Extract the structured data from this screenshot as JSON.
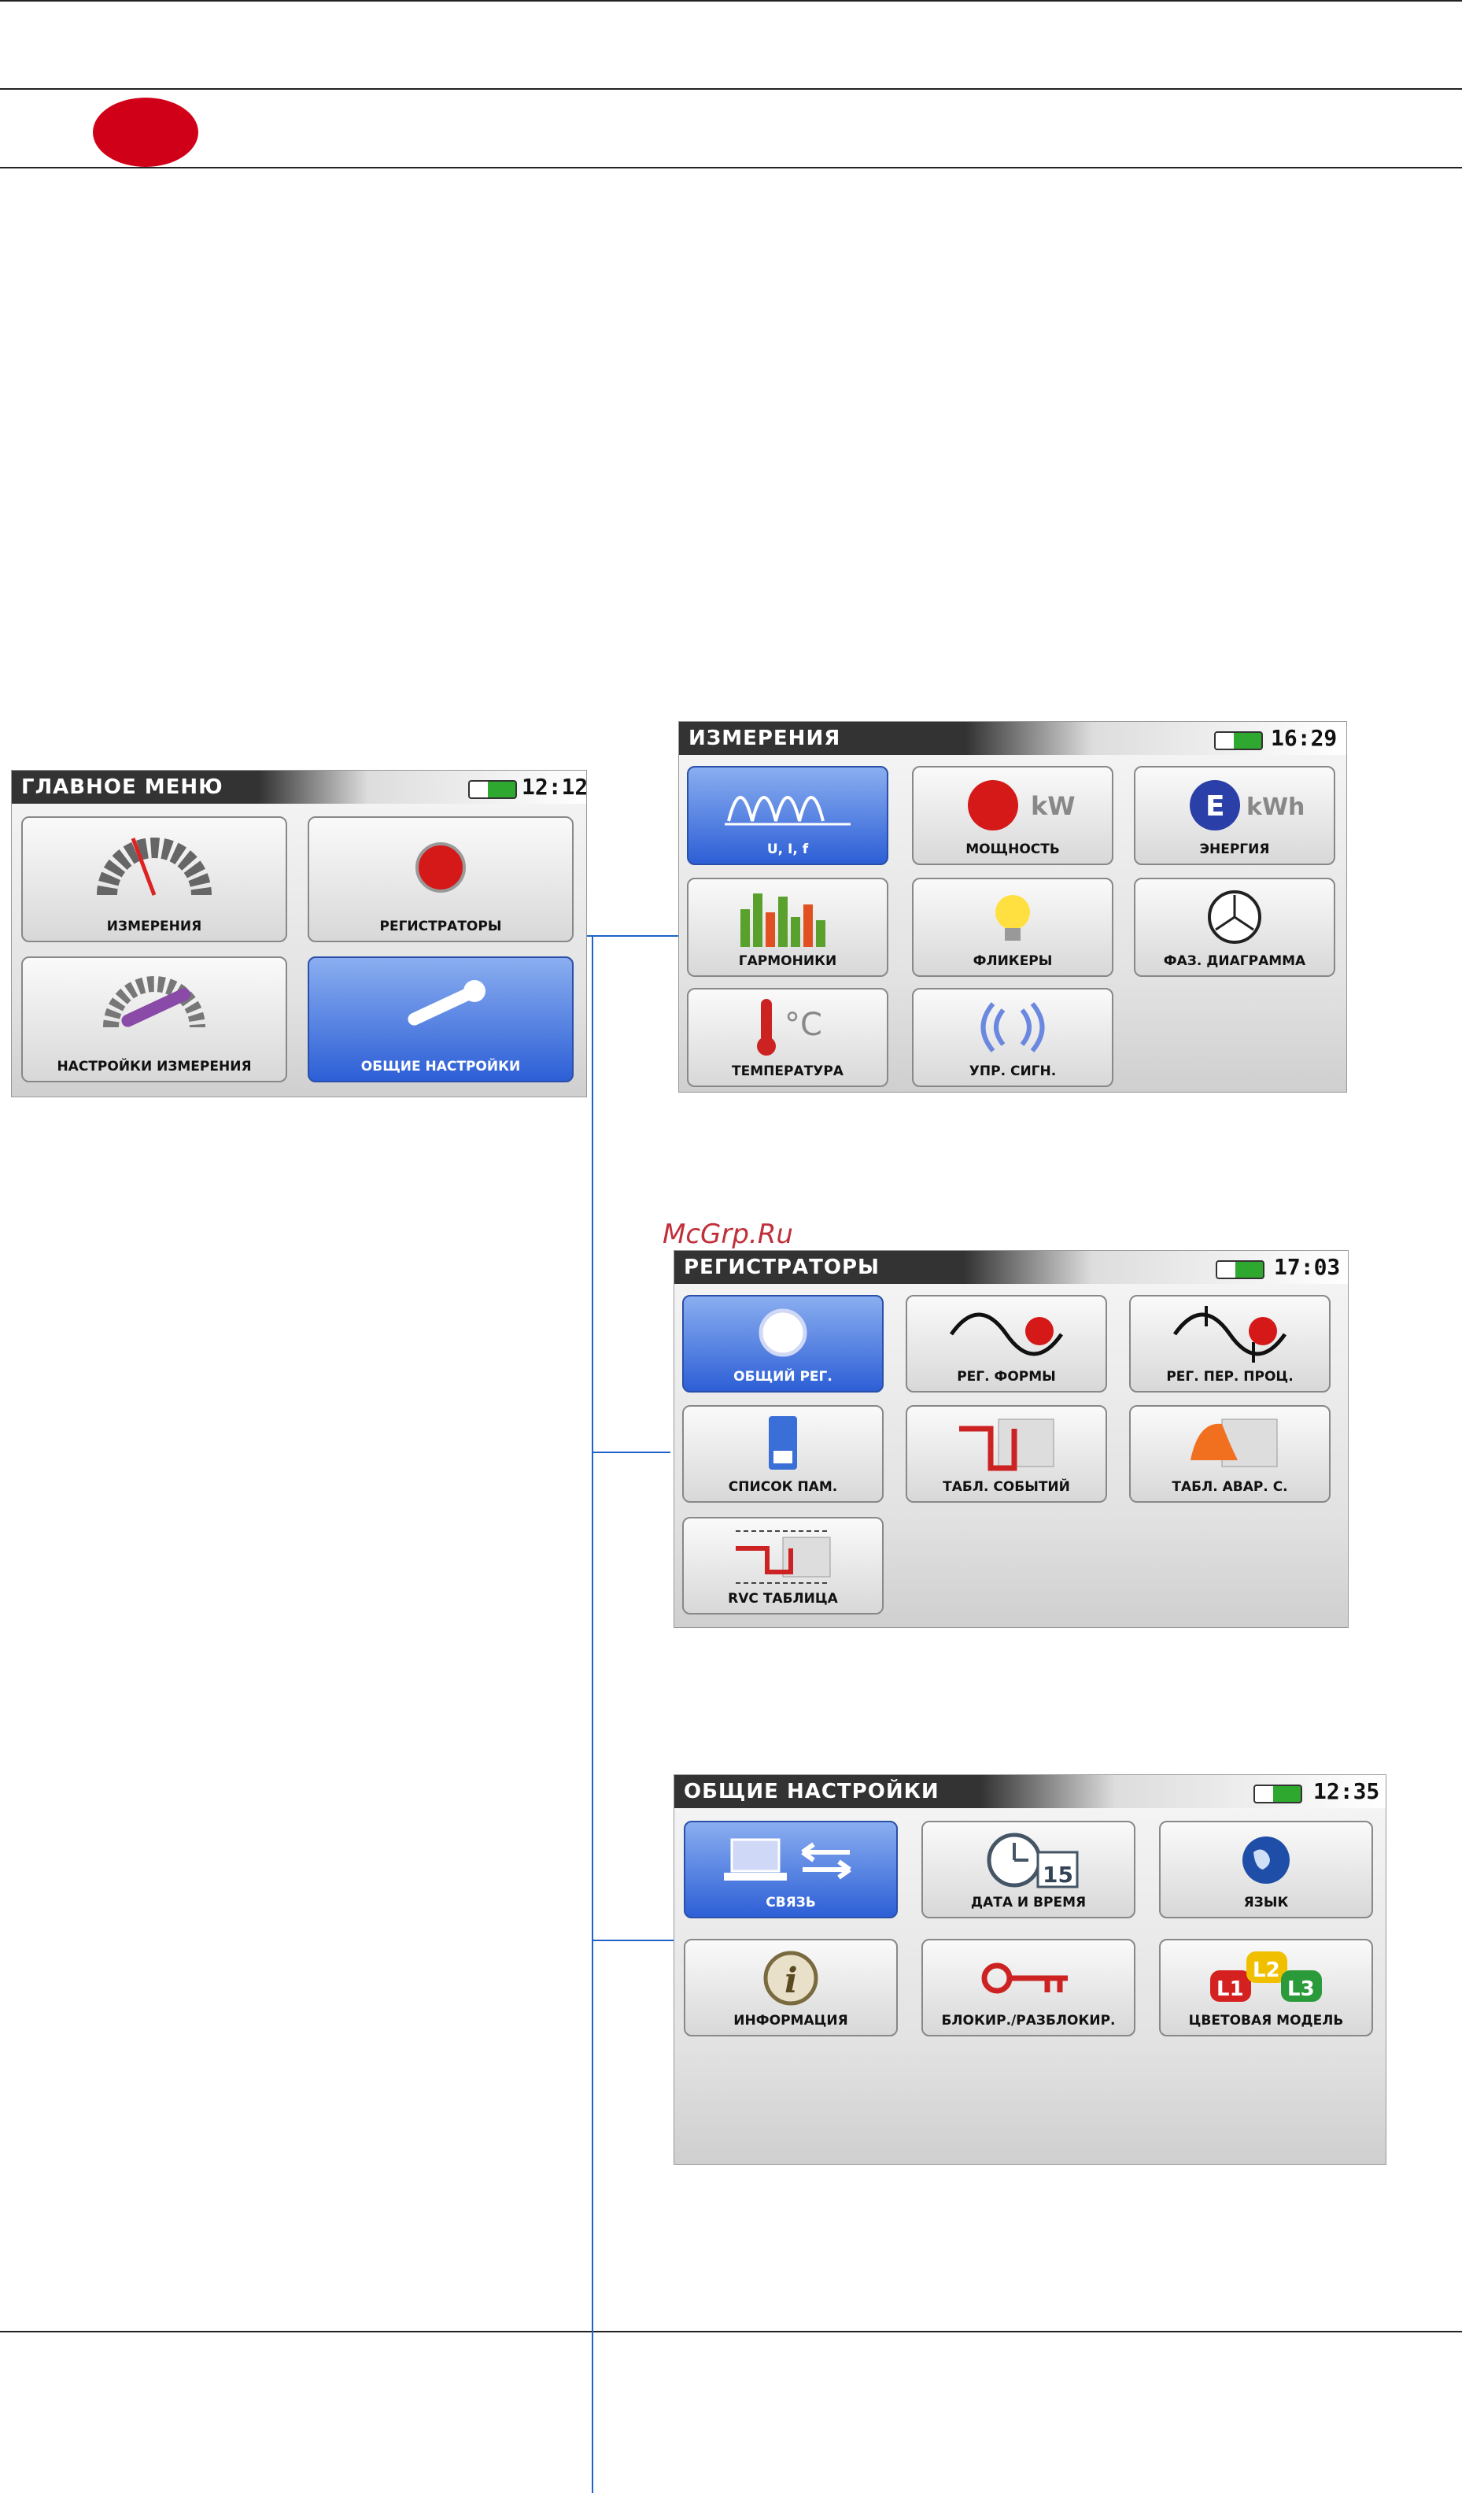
{
  "watermark": "McGrp.Ru",
  "screens": {
    "main_menu": {
      "title": "ГЛАВНОЕ МЕНЮ",
      "time": "12:12",
      "tiles": [
        "ИЗМЕРЕНИЯ",
        "РЕГИСТРАТОРЫ",
        "НАСТРОЙКИ ИЗМЕРЕНИЯ",
        "ОБЩИЕ НАСТРОЙКИ"
      ]
    },
    "measurements": {
      "title": "ИЗМЕРЕНИЯ",
      "time": "16:29",
      "tiles": [
        "U, I, f",
        "МОЩНОСТЬ",
        "ЭНЕРГИЯ",
        "ГАРМОНИКИ",
        "ФЛИКЕРЫ",
        "ФАЗ. ДИАГРАММА",
        "ТЕМПЕРАТУРА",
        "УПР. СИГН."
      ],
      "icon_text": {
        "kw": "kW",
        "kwh": "kWh",
        "e": "E",
        "deg": "°C"
      }
    },
    "recorders": {
      "title": "РЕГИСТРАТОРЫ",
      "time": "17:03",
      "tiles": [
        "ОБЩИЙ РЕГ.",
        "РЕГ. ФОРМЫ",
        "РЕГ. ПЕР. ПРОЦ.",
        "СПИСОК ПАМ.",
        "ТАБЛ. СОБЫТИЙ",
        "ТАБЛ. АВАР. С.",
        "RVC ТАБЛИЦА"
      ]
    },
    "general": {
      "title": "ОБЩИЕ НАСТРОЙКИ",
      "time": "12:35",
      "tiles": [
        "СВЯЗЬ",
        "ДАТА И ВРЕМЯ",
        "ЯЗЫК",
        "ИНФОРМАЦИЯ",
        "БЛОКИР./РАЗБЛОКИР.",
        "ЦВЕТОВАЯ МОДЕЛЬ"
      ],
      "icon_text": {
        "cal": "15",
        "l1": "L1",
        "l2": "L2",
        "l3": "L3",
        "info": "i"
      }
    }
  },
  "colors": {
    "selected": "#2d5fd6",
    "connector": "#1f62c8",
    "badge": "#d10019"
  }
}
